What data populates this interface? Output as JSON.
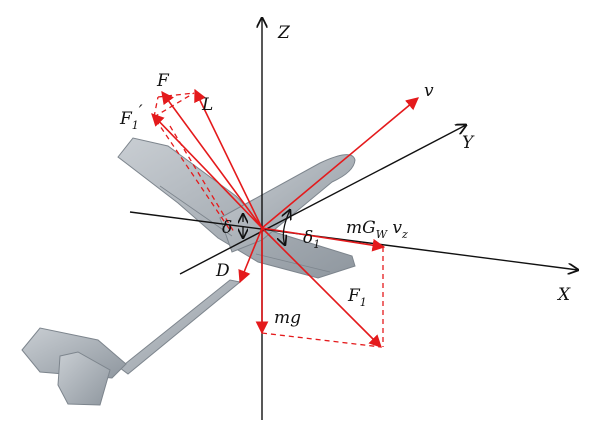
{
  "axes": {
    "x": "X",
    "y": "Y",
    "z": "Z"
  },
  "forces": {
    "F": "F",
    "F1_prime": {
      "base": "F",
      "sub": "1",
      "mark": "′"
    },
    "L": "L",
    "v": "v",
    "D": "D",
    "mg": "mg",
    "F1": {
      "base": "F",
      "sub": "1"
    },
    "thrust": {
      "pre": "mG",
      "sub1": "W",
      "mid": " v",
      "sub2": "z"
    }
  },
  "angles": {
    "delta": "δ",
    "delta1": {
      "base": "δ",
      "sub": "1"
    }
  },
  "colors": {
    "axis": "#111111",
    "force": "#e41a1c",
    "aircraft": "#a9b0b7",
    "aircraft_edge": "#7d858d"
  }
}
